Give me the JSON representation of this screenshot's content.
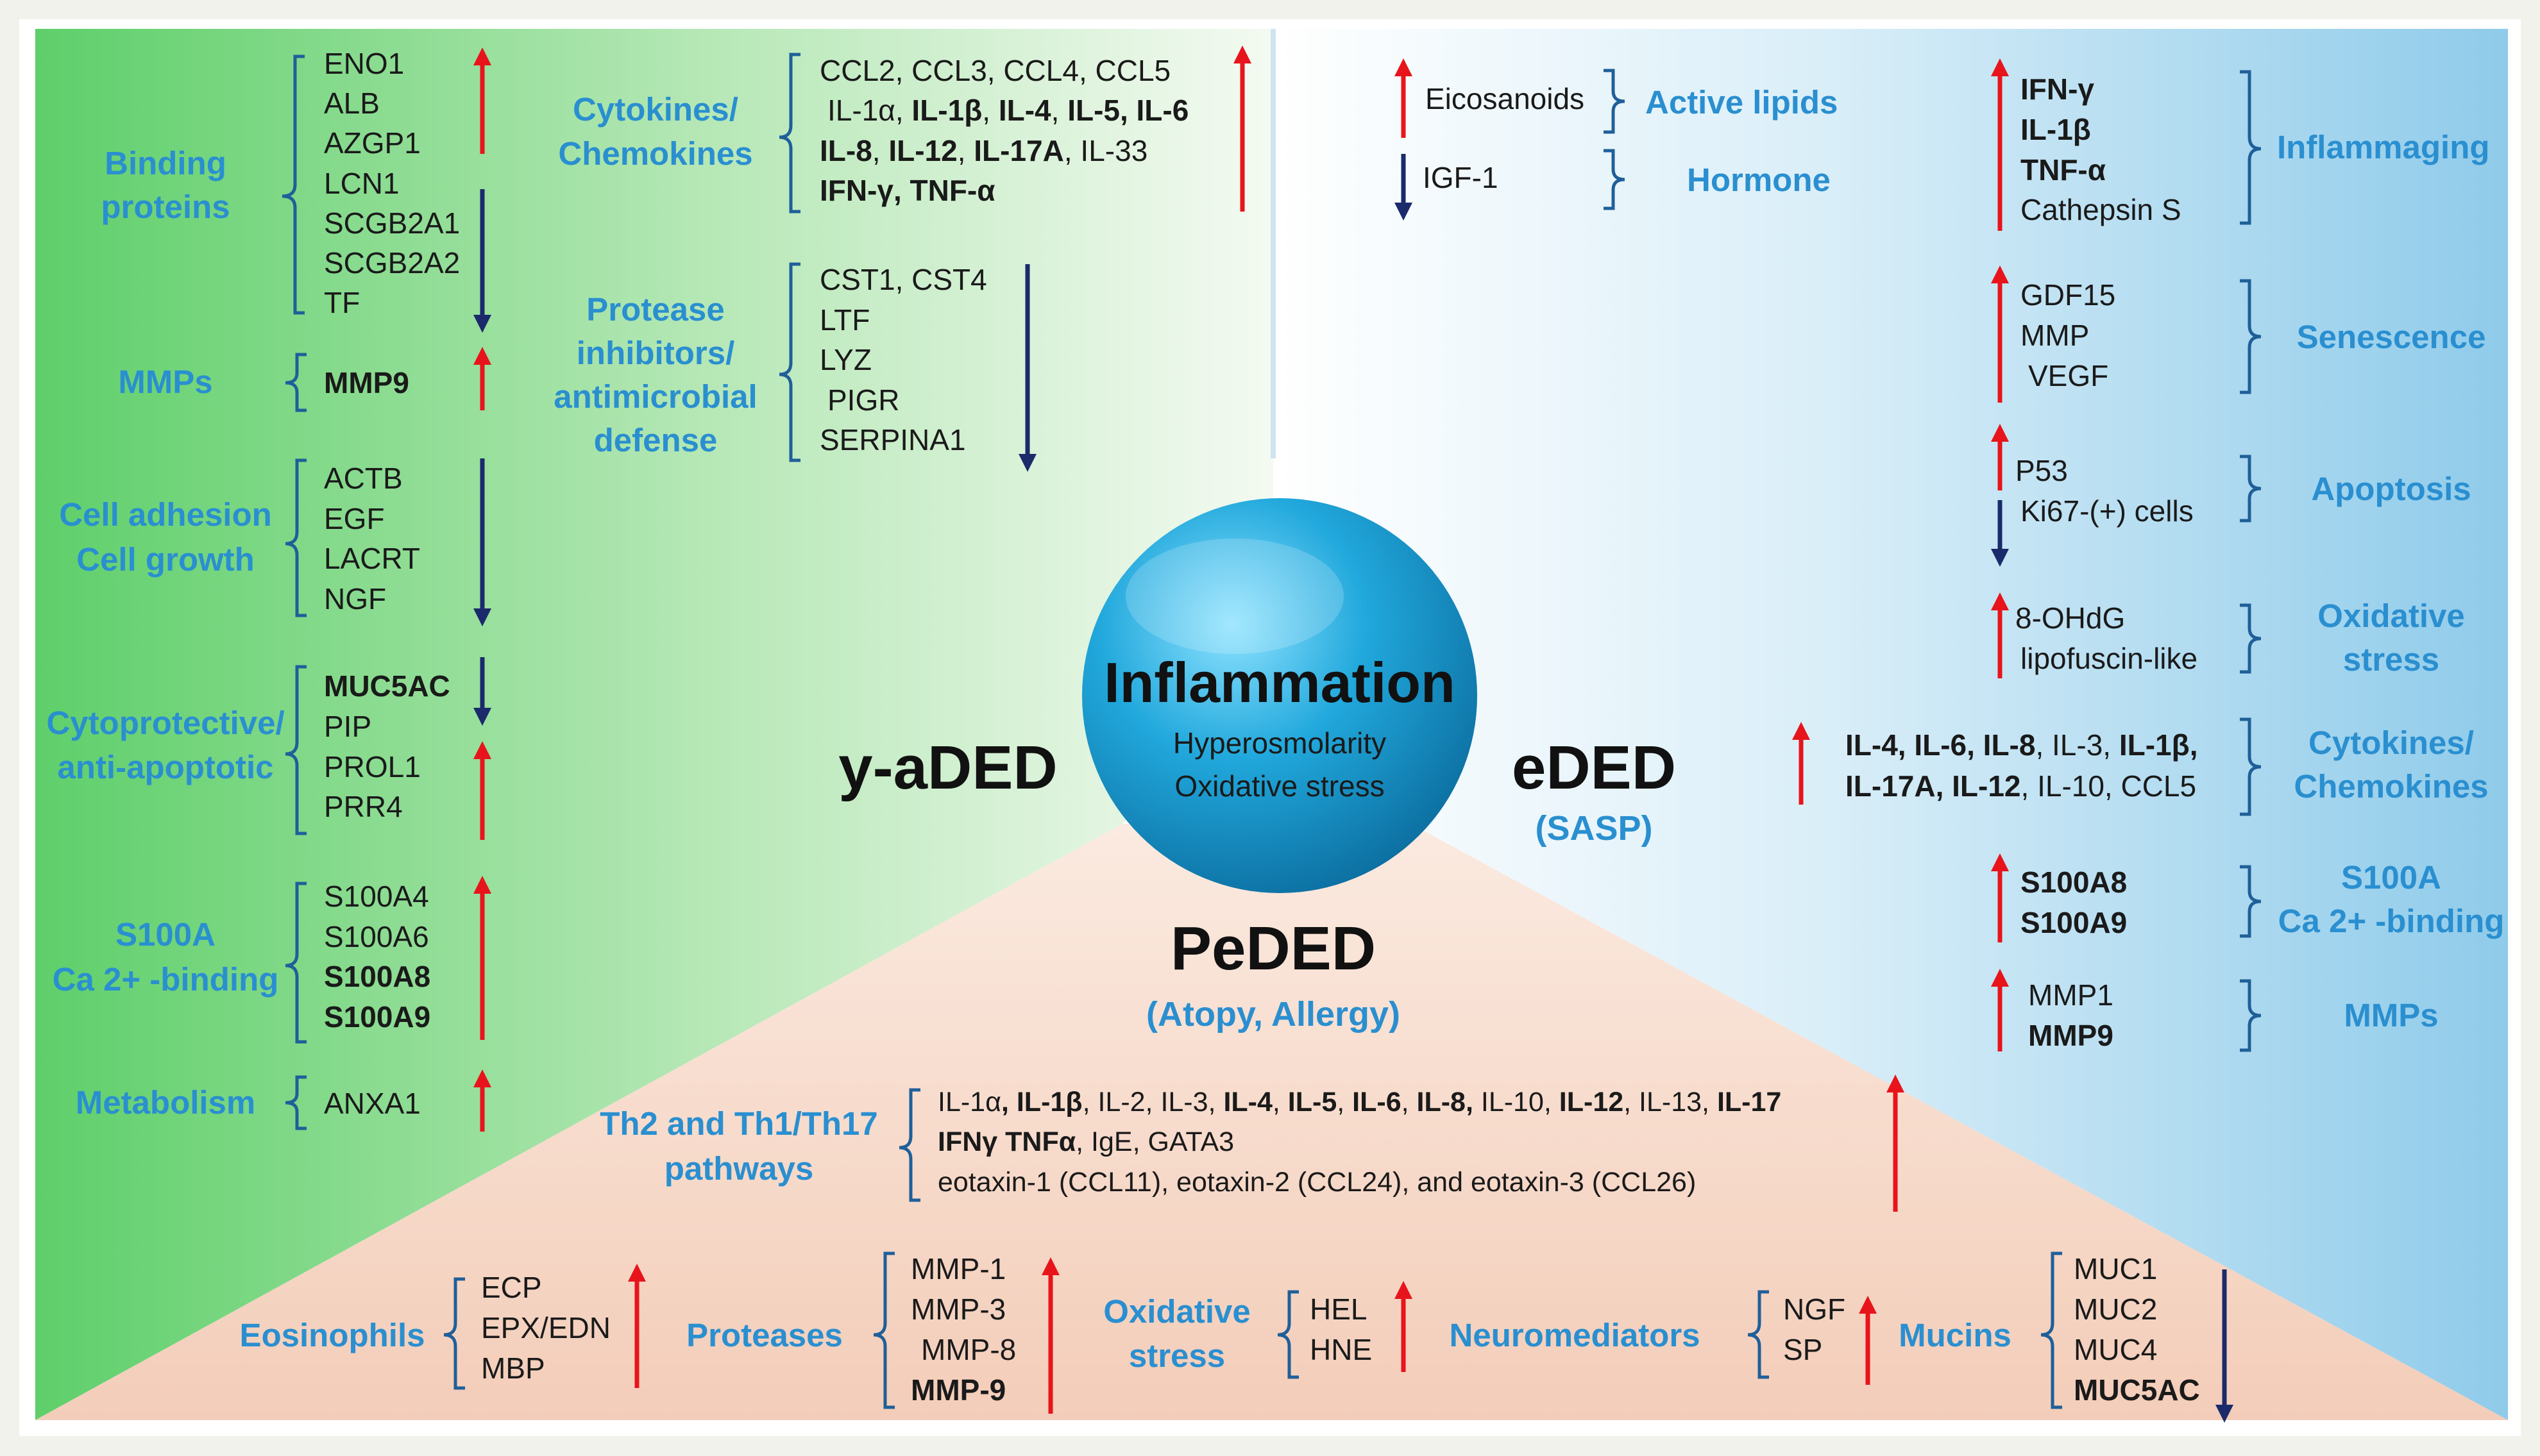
{
  "colors": {
    "up": "#e8141b",
    "down": "#1b2a6b",
    "label": "#2a8fd0",
    "green": "#5ecf6a",
    "blue": "#8fcbea",
    "peach": "#f3cdb9"
  },
  "left": {
    "title": "y-aDED",
    "binding": {
      "label1": "Binding",
      "label2": "proteins",
      "items": [
        "ENO1",
        "ALB",
        "AZGP1",
        "LCN1",
        "SCGB2A1",
        "SCGB2A2",
        "TF"
      ]
    },
    "mmps": {
      "label": "MMPs",
      "item": "MMP9"
    },
    "adhesion": {
      "label1": "Cell adhesion",
      "label2": "Cell growth",
      "items": [
        "ACTB",
        "EGF",
        "LACRT",
        "NGF"
      ]
    },
    "cyto": {
      "label1": "Cytoprotective/",
      "label2": "anti-apoptotic",
      "items": [
        "MUC5AC",
        "PIP",
        "PROL1",
        "PRR4"
      ]
    },
    "s100": {
      "label1": "S100A",
      "label2": "Ca 2+ -binding",
      "items": [
        "S100A4",
        "S100A6",
        "S100A8",
        "S100A9"
      ]
    },
    "metab": {
      "label": "Metabolism",
      "item": "ANXA1"
    },
    "chem": {
      "label1": "Cytokines/",
      "label2": "Chemokines",
      "line1": "CCL2, CCL3, CCL4, CCL5",
      "l2a": "IL-1α, ",
      "l2b": "IL-1β",
      "l2c": ", ",
      "l2d": "IL-4",
      "l2e": ", ",
      "l2f": "IL-5, IL-6",
      "l3a": "IL-8",
      "l3b": ", ",
      "l3c": "IL-12",
      "l3d": ", ",
      "l3e": "IL-17A",
      "l3f": ", IL-33",
      "line4": "IFN-γ, TNF-α"
    },
    "protease": {
      "label1": "Protease",
      "label2": "inhibitors/",
      "label3": "antimicrobial",
      "label4": "defense",
      "items": [
        "CST1, CST4",
        "LTF",
        "LYZ",
        "PIGR",
        "SERPINA1"
      ]
    }
  },
  "right": {
    "title": "eDED",
    "subtitle": "(SASP)",
    "lipids": {
      "item": "Eicosanoids",
      "label": "Active lipids"
    },
    "hormone": {
      "item": "IGF-1",
      "label": "Hormone"
    },
    "inflammaging": {
      "label": "Inflammaging",
      "items": [
        "IFN-γ",
        "IL-1β",
        "TNF-α",
        "Cathepsin S"
      ]
    },
    "senescence": {
      "label": "Senescence",
      "items": [
        "GDF15",
        "MMP",
        "VEGF"
      ]
    },
    "apoptosis": {
      "label": "Apoptosis",
      "items": [
        "P53",
        "Ki67-(+) cells"
      ]
    },
    "oxidative": {
      "label1": "Oxidative",
      "label2": "stress",
      "items": [
        "8-OHdG",
        "lipofuscin-like"
      ]
    },
    "cytokines": {
      "label1": "Cytokines/",
      "label2": "Chemokines",
      "l1a": "IL-4, IL-6, IL-8",
      "l1b": ", IL-3, ",
      "l1c": "IL-1β,",
      "l2a": "IL-17A,  IL-12",
      "l2b": ", IL-10, CCL5"
    },
    "s100": {
      "label1": "S100A",
      "label2": "Ca 2+ -binding",
      "items": [
        "S100A8",
        "S100A9"
      ]
    },
    "mmps": {
      "label": "MMPs",
      "items": [
        "MMP1",
        "MMP9"
      ]
    }
  },
  "center": {
    "title": "Inflammation",
    "sub1": "Hyperosmolarity",
    "sub2": "Oxidative stress"
  },
  "bottom": {
    "title": "PeDED",
    "subtitle": "(Atopy, Allergy)",
    "th": {
      "label1": "Th2 and Th1/Th17",
      "label2": "pathways",
      "l1a": "IL-1α",
      "l1b": ", IL-1β",
      "l1c": ", IL-2, IL-3, ",
      "l1d": "IL-4",
      "l1e": ", ",
      "l1f": "IL-5",
      "l1g": ", ",
      "l1h": "IL-6",
      "l1i": ", ",
      "l1j": "IL-8,",
      "l1k": " IL-10, ",
      "l1l": "IL-12",
      "l1m": ", IL-13, ",
      "l1n": "IL-17",
      "l2a": "IFNγ TNFα",
      "l2b": ", IgE, GATA3",
      "line3": "eotaxin-1 (CCL11), eotaxin-2 (CCL24), and eotaxin-3 (CCL26)"
    },
    "eos": {
      "label": "Eosinophils",
      "items": [
        "ECP",
        "EPX/EDN",
        "MBP"
      ]
    },
    "proteases": {
      "label": "Proteases",
      "items": [
        "MMP-1",
        "MMP-3",
        "MMP-8",
        "MMP-9"
      ]
    },
    "oxidative": {
      "label1": "Oxidative",
      "label2": "stress",
      "items": [
        "HEL",
        "HNE"
      ]
    },
    "neuro": {
      "label": "Neuromediators",
      "items": [
        "NGF",
        "SP"
      ]
    },
    "mucins": {
      "label": "Mucins",
      "items": [
        "MUC1",
        "MUC2",
        "MUC4",
        "MUC5AC"
      ]
    }
  }
}
